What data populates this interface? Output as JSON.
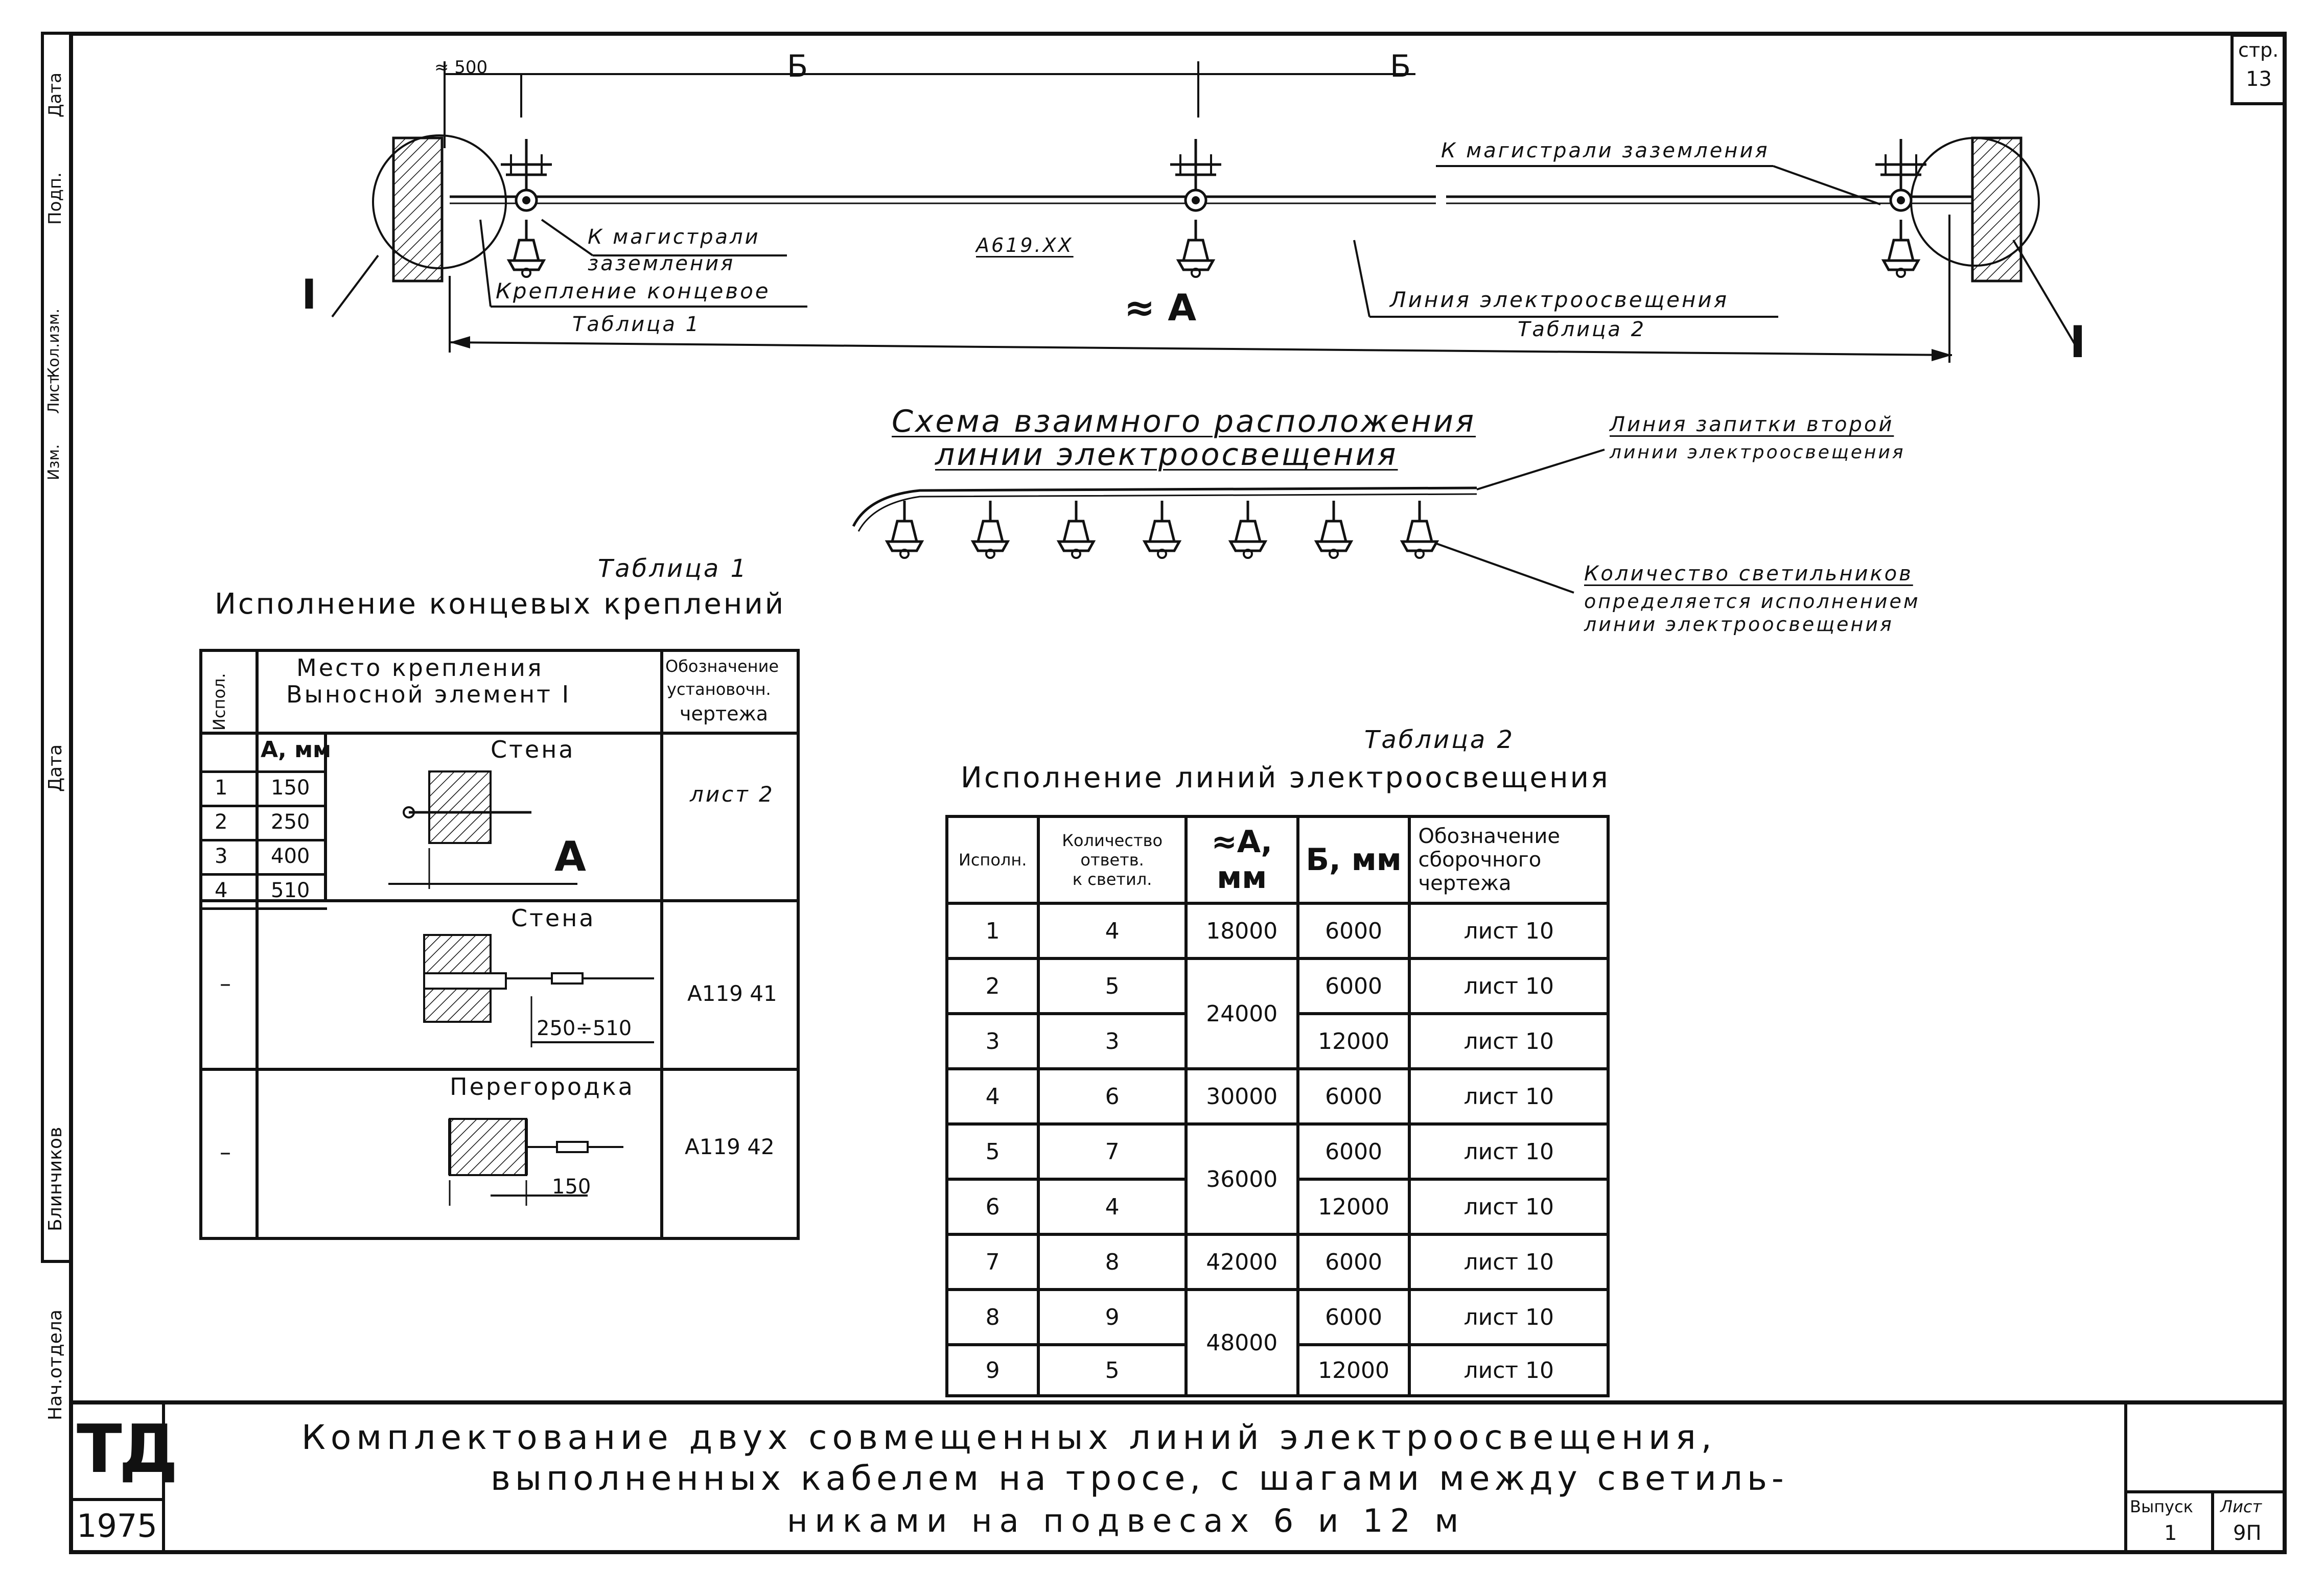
{
  "side_stamps": {
    "top_labels": [
      "Дата",
      "Подп.",
      "Кол.изм.",
      "Лист",
      "Изм."
    ],
    "mid_label": "Дата",
    "author": "Блинчиков",
    "dept": "Нач.отдела"
  },
  "page_box": {
    "label": "стр.",
    "number": "13"
  },
  "top_diagram": {
    "dim_500": "≈ 500",
    "dim_b1": "Б",
    "dim_b2": "Б",
    "dim_a": "≈ А",
    "marker_left": "I",
    "marker_right": "I",
    "label_grounding_left": "К магистрали\nзаземления",
    "label_grounding_right": "К магистрали заземления",
    "label_fastening": "Крепление концевое",
    "label_table1": "Таблица 1",
    "label_drawing": "А619.ХХ",
    "label_line": "Линия электроосвещения",
    "label_table2": "Таблица 2"
  },
  "scheme": {
    "title_line1": "Схема взаимного расположения",
    "title_line2": "линии электроосвещения",
    "note_feed_line1": "Линия запитки второй",
    "note_feed_line2": "линии электроосвещения",
    "note_count_line1": "Количество светильников",
    "note_count_line2": "определяется исполнением",
    "note_count_line3": "линии электроосвещения",
    "lamp_count": 7
  },
  "table1": {
    "caption": "Таблица 1",
    "title": "Исполнение концевых креплений",
    "headers": {
      "col1": "Испол.",
      "col2_line1": "Место крепления",
      "col2_line2": "Выносной элемент I",
      "col3_line1": "Обозначение",
      "col3_line2": "установочн.",
      "col3_line3": "чертежа"
    },
    "a_header": "А, мм",
    "rows_a": [
      {
        "n": "1",
        "a": "150"
      },
      {
        "n": "2",
        "a": "250"
      },
      {
        "n": "3",
        "a": "400"
      },
      {
        "n": "4",
        "a": "510"
      }
    ],
    "block1": {
      "caption": "Стена",
      "dim_label": "А",
      "drawing": "лист 2"
    },
    "block2": {
      "n": "–",
      "caption": "Стена",
      "dim_label": "250÷510",
      "drawing": "А119 41"
    },
    "block3": {
      "n": "–",
      "caption": "Перегородка",
      "dim_label": "150",
      "drawing": "А119 42"
    }
  },
  "table2": {
    "caption": "Таблица 2",
    "title": "Исполнение линий электроосвещения",
    "headers": {
      "col1": "Испoлн.",
      "col2_line1": "Количество",
      "col2_line2": "ответв.",
      "col2_line3": "к светил.",
      "col3": "≈А, мм",
      "col4": "Б, мм",
      "col5_line1": "Обозначение",
      "col5_line2": "сборочного",
      "col5_line3": "чертежа"
    },
    "rows": [
      {
        "n": "1",
        "count": "4",
        "a": "18000",
        "b": "6000",
        "drawing": "лист 10"
      },
      {
        "n": "2",
        "count": "5",
        "a": "24000",
        "b": "6000",
        "drawing": "лист 10"
      },
      {
        "n": "3",
        "count": "3",
        "a": "",
        "b": "12000",
        "drawing": "лист 10"
      },
      {
        "n": "4",
        "count": "6",
        "a": "30000",
        "b": "6000",
        "drawing": "лист 10"
      },
      {
        "n": "5",
        "count": "7",
        "a": "36000",
        "b": "6000",
        "drawing": "лист 10"
      },
      {
        "n": "6",
        "count": "4",
        "a": "",
        "b": "12000",
        "drawing": "лист 10"
      },
      {
        "n": "7",
        "count": "8",
        "a": "42000",
        "b": "6000",
        "drawing": "лист 10"
      },
      {
        "n": "8",
        "count": "9",
        "a": "48000",
        "b": "6000",
        "drawing": "лист 10"
      },
      {
        "n": "9",
        "count": "5",
        "a": "",
        "b": "12000",
        "drawing": "лист 10"
      }
    ]
  },
  "title_block": {
    "logo": "ТД",
    "year": "1975",
    "title_line1": "Комплектование двух совмещенных линий электроосвещения,",
    "title_line2": "выполненных кабелем на тросе, с шагами между светиль-",
    "title_line3": "никами на подвесах 6 и 12 м",
    "issue_label": "Выпуск",
    "issue_value": "1",
    "sheet_label": "Лист",
    "sheet_value": "9П"
  }
}
